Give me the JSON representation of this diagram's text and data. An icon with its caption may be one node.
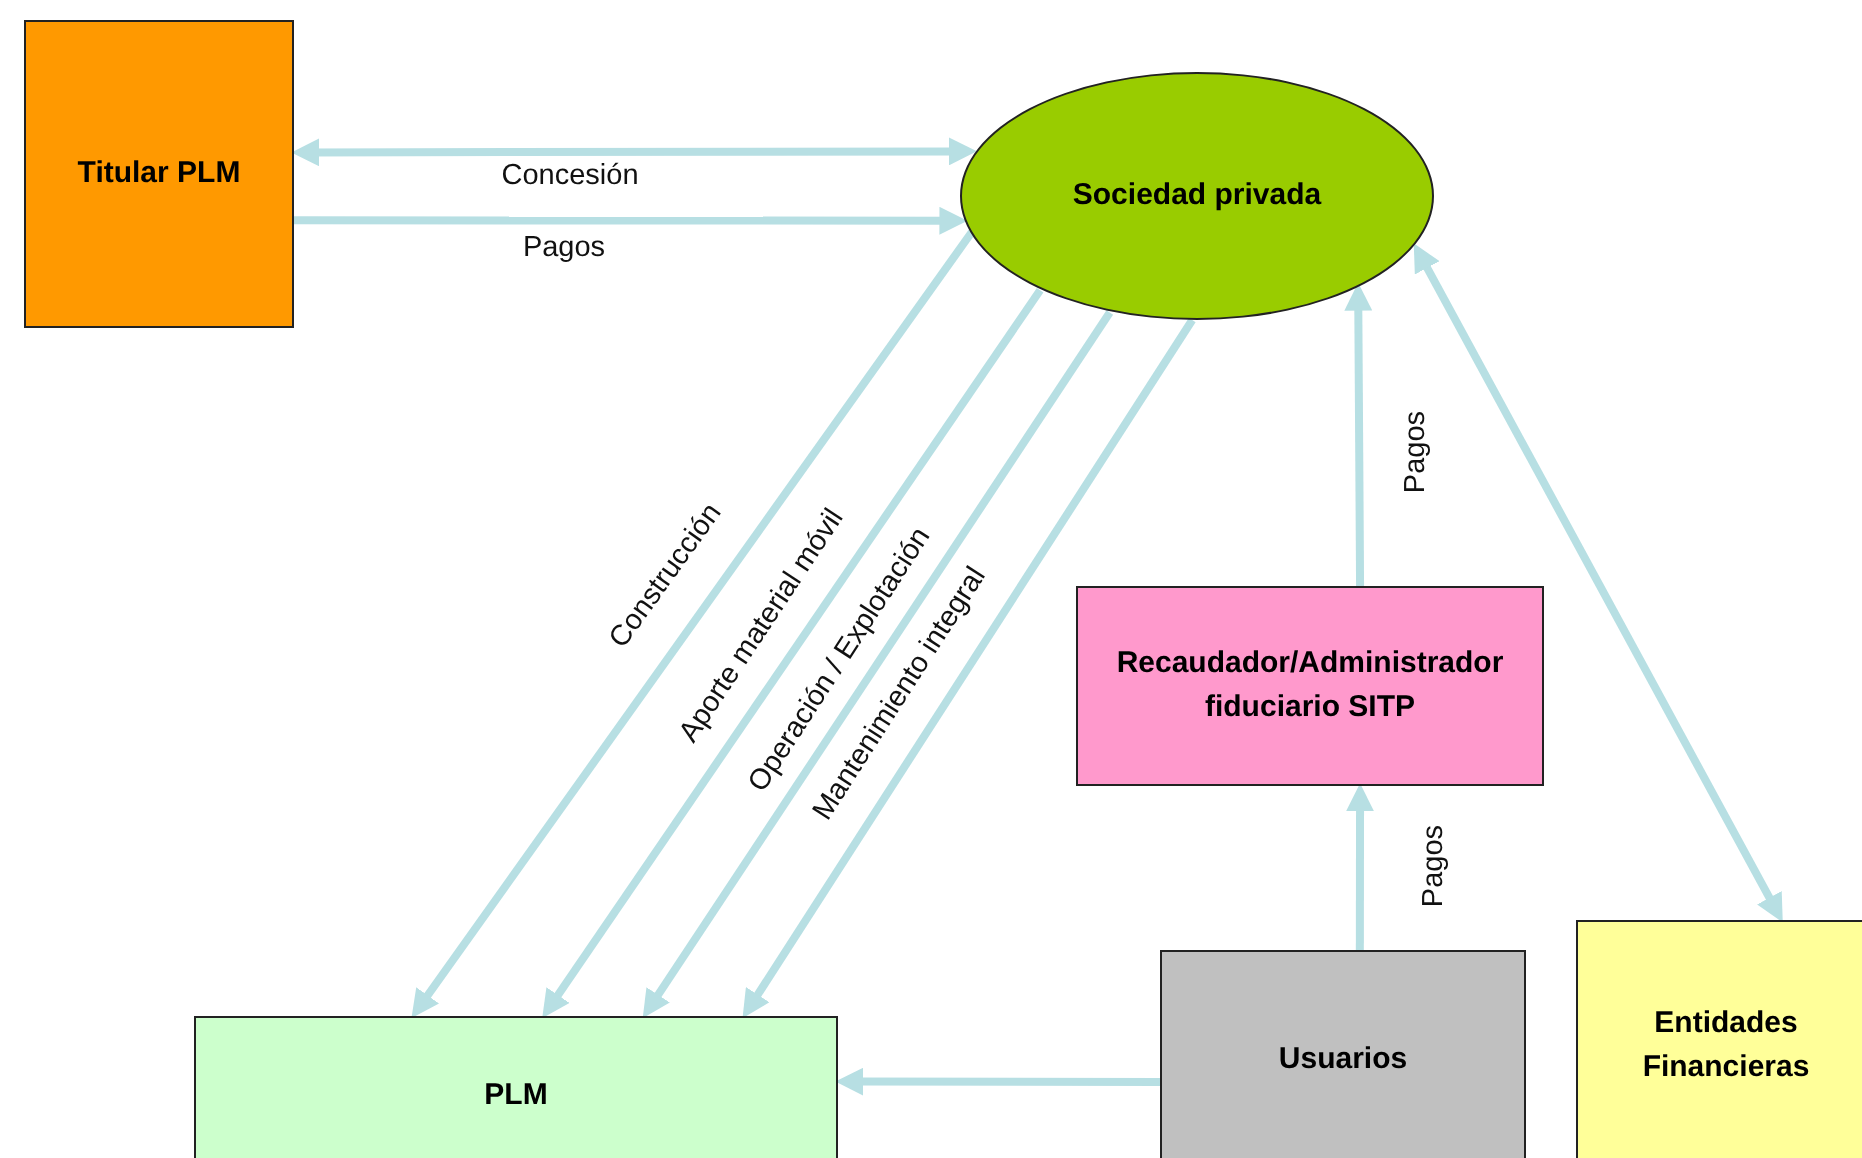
{
  "diagram": {
    "nodes": [
      {
        "text": [
          "Titular PLM"
        ]
      },
      {
        "text": [
          "Sociedad privada"
        ]
      },
      {
        "text": [
          "Recaudador/Administrador fiduciario SITP"
        ]
      },
      {
        "text": [
          "PLM"
        ]
      },
      {
        "text": [
          "Usuarios"
        ]
      },
      {
        "text": [
          "Entidades Financieras"
        ]
      }
    ],
    "edges": [
      {
        "from": 0,
        "to": 1,
        "arrow": "both",
        "label": "Concesión"
      },
      {
        "from": 0,
        "to": 1,
        "arrow": "to",
        "label": "Pagos"
      },
      {
        "from": 1,
        "to": 3,
        "arrow": "to",
        "label": "Construcción"
      },
      {
        "from": 1,
        "to": 3,
        "arrow": "to",
        "label": "Aporte material móvil"
      },
      {
        "from": 1,
        "to": 3,
        "arrow": "to",
        "label": "Operación / Explotación"
      },
      {
        "from": 1,
        "to": 3,
        "arrow": "to",
        "label": "Mantenimiento integral"
      },
      {
        "from": 2,
        "to": 1,
        "arrow": "to",
        "label": "Pagos"
      },
      {
        "from": 4,
        "to": 2,
        "arrow": "to",
        "label": "Pagos"
      },
      {
        "from": 4,
        "to": 3,
        "arrow": "to"
      },
      {
        "from": 1,
        "to": 5,
        "arrow": "both"
      }
    ]
  }
}
